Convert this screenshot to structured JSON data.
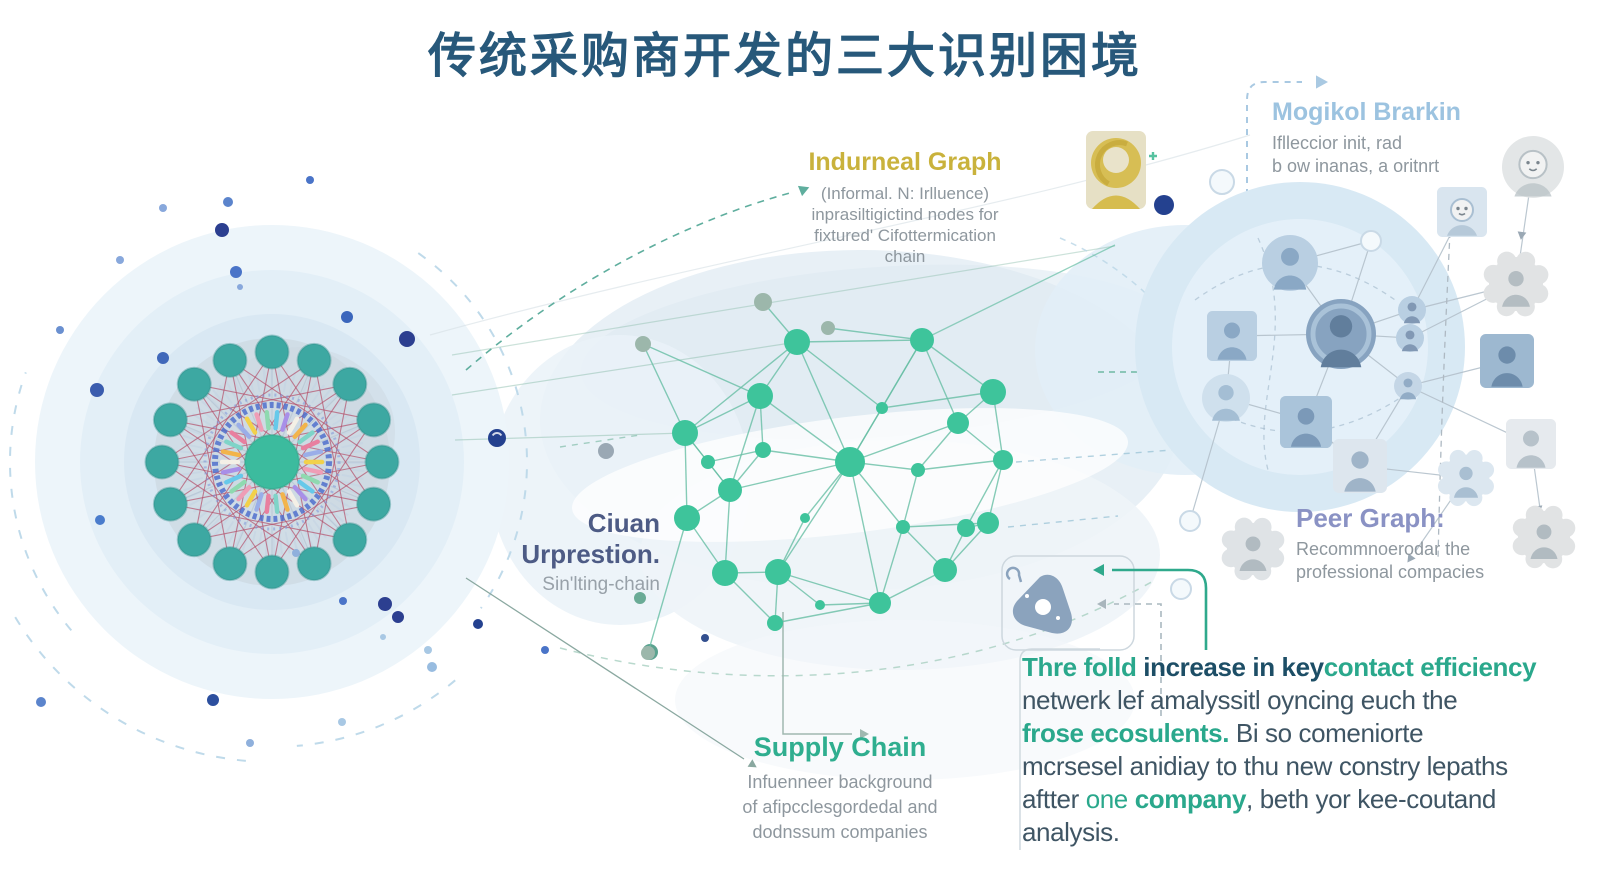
{
  "title": "传统采购商开发的三大识别困境",
  "sections": {
    "informal_graph": {
      "title": "Indurneal Graph",
      "lines": [
        "(Informal. N: Irlluence)",
        "inprasiltigictind nodes for",
        "fixtured' Cifottermication",
        "chain"
      ]
    },
    "magical_brain": {
      "title": "Mogikol Brarkin",
      "lines": [
        "Iflleccior init, rad",
        "b ow inanas, a oritnrt"
      ]
    },
    "chain_impression": {
      "title_line1": "Ciuan",
      "title_line2": "Urprestion.",
      "subtitle": "Sin'lting-chain"
    },
    "peer_graph": {
      "title": "Peer Graph:",
      "lines": [
        "Recommnoerodar the",
        "professional compacies"
      ]
    },
    "supply_chain": {
      "title": "Supply Chain",
      "lines": [
        "Infuenneer background",
        "of afipcclesgordedal and",
        "dodnssum companies"
      ]
    }
  },
  "callout": {
    "seg1": "Thre folld",
    "seg2": " increase in key",
    "seg3": "contact efficiency",
    "seg4": "netwerk lef amalyssitl oyncing euch the",
    "seg5": "frose ecosulents.",
    "seg6": " Bi so comeniorte",
    "seg7": "mcrsesel anidiay to thu new constry lepaths",
    "seg8": "aftter ",
    "seg9": "one ",
    "seg10": "company",
    "seg11": ", beth yor kee-coutand",
    "seg12": "analysis."
  },
  "icons": {
    "radial_network": "radial-network-graphic",
    "mesh_network": "mesh-network-graphic",
    "people_network": "people-network-graphic",
    "yellow_portrait": "portrait-icon",
    "warning_triangle": "warning-triangle-icon",
    "gear_avatar": "gear-avatar-icon",
    "person_avatar": "person-avatar-icon"
  },
  "colors": {
    "title": "#27587a",
    "gold": "#c9b23c",
    "light_blue": "#9cc3e0",
    "slate": "#4d5b85",
    "peer_lavender": "#8a92c4",
    "teal": "#2fae8f",
    "navy": "#1d4e66",
    "body_gray": "#3f5564",
    "sub_gray": "#8e979e",
    "mesh_green": "#3ec49b",
    "radial_red": "#b5516b",
    "radial_teal": "#3da8a2"
  }
}
